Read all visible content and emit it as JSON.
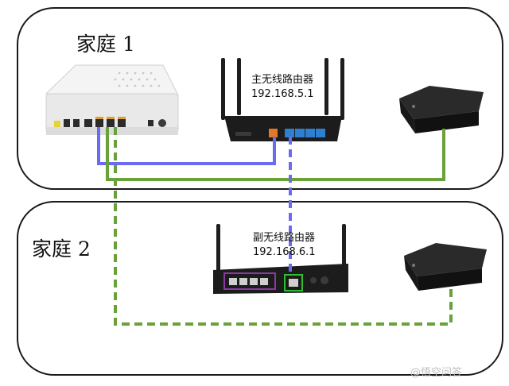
{
  "home1": {
    "label": "家庭 1"
  },
  "home2": {
    "label": "家庭 2"
  },
  "main_router": {
    "name": "主无线路由器",
    "ip": "192.168.5.1"
  },
  "sub_router": {
    "name": "副无线路由器",
    "ip": "192.168.6.1"
  },
  "watermark": {
    "text": "@悟空问答"
  },
  "colors": {
    "blue_cable": "#6b6bf0",
    "green_cable": "#6aa23a",
    "frame": "#1a1a1a",
    "device_black": "#1c1c1c",
    "modem_white": "#ededed",
    "port_blue": "#2f7fd0",
    "port_orange": "#e07a2a"
  }
}
